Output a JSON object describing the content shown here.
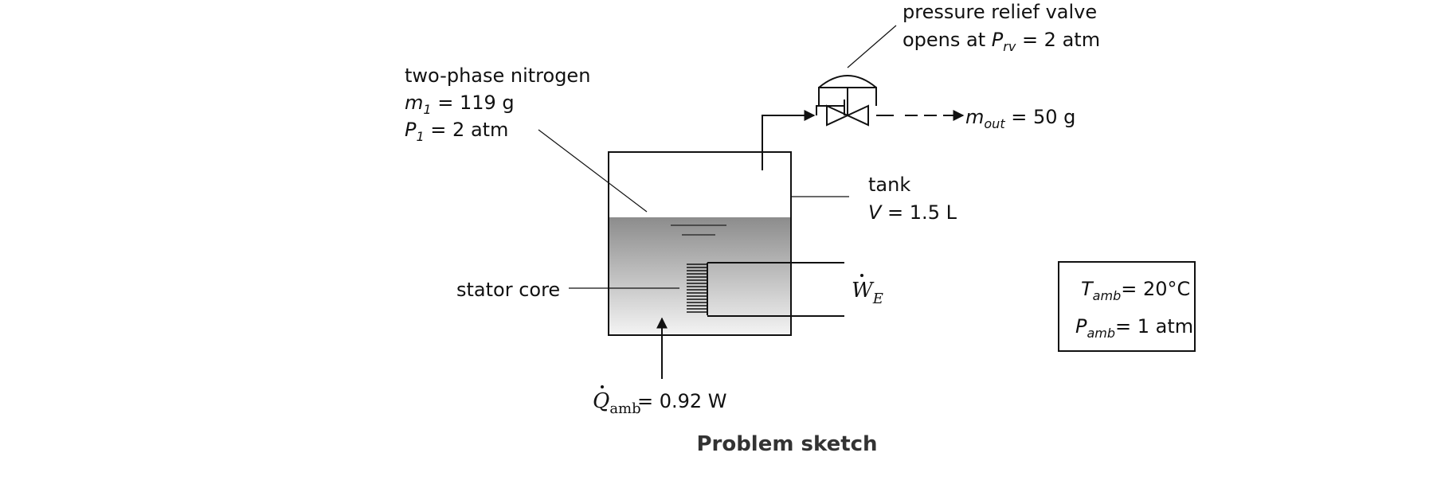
{
  "valve": {
    "line1": "pressure relief valve",
    "line2_pre": "opens at ",
    "line2_var": "P",
    "line2_sub": "rv",
    "line2_post": " = 2 atm"
  },
  "nitrogen": {
    "title": "two-phase nitrogen",
    "m_var": "m",
    "m_sub": "1",
    "m_value": " = 119 g",
    "p_var": "P",
    "p_sub": "1",
    "p_value": " = 2 atm"
  },
  "outflow": {
    "var": "m",
    "sub": "out",
    "value": " = 50 g"
  },
  "tank": {
    "title": "tank",
    "v_var": "V",
    "v_value": " = 1.5 L"
  },
  "stator": {
    "label": "stator core"
  },
  "work": {
    "var": "W",
    "sub": "E"
  },
  "ambient_box": {
    "t_var": "T",
    "t_sub": "amb",
    "t_value": "= 20°C",
    "p_var": "P",
    "p_sub": "amb",
    "p_value": "= 1 atm"
  },
  "heat": {
    "var": "Q",
    "sub": "amb",
    "value": " =  0.92 W"
  },
  "caption": "Problem sketch",
  "colors": {
    "liquid_top": "#8c8c8c",
    "liquid_bottom": "#f4f4f4",
    "line": "#111111"
  }
}
